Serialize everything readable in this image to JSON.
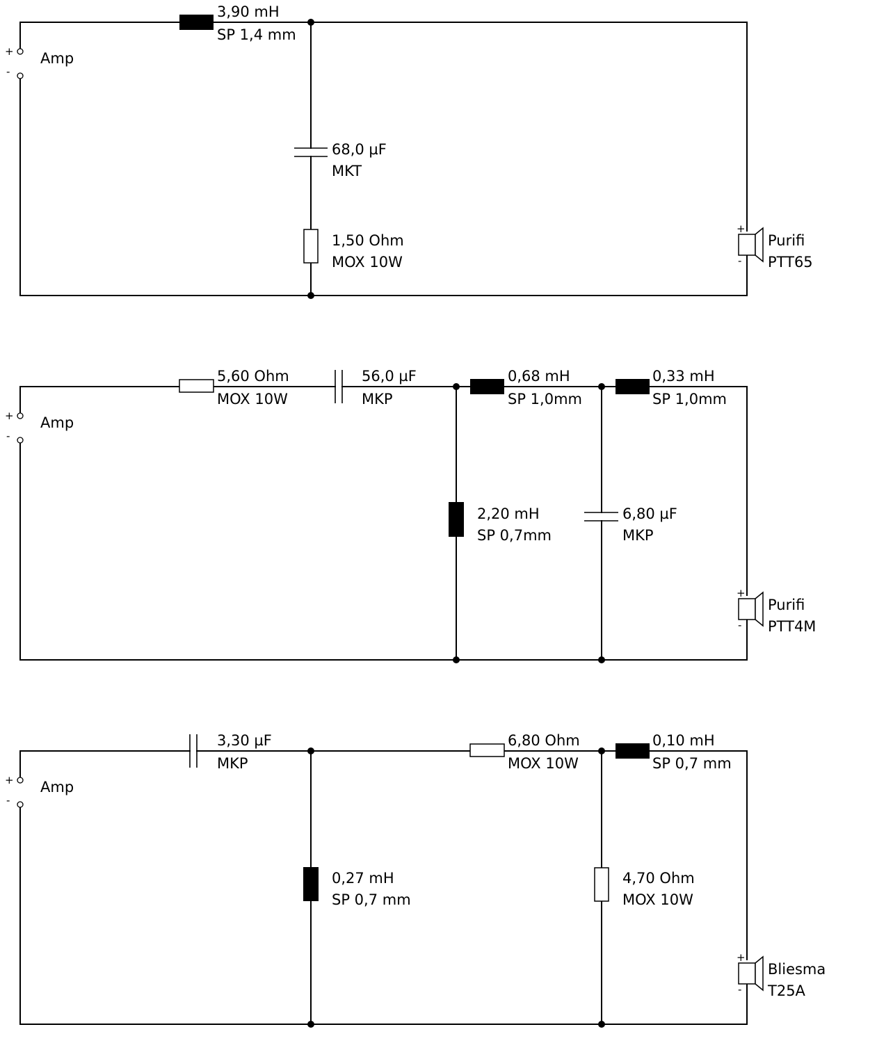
{
  "circuits": [
    {
      "amp_label": "Amp",
      "plus": "+",
      "minus": "-",
      "driver": {
        "name": "Purifi",
        "model": "PTT65",
        "plus": "+",
        "minus": "-"
      },
      "components": {
        "l_series": {
          "value": "3,90 mH",
          "spec": "SP 1,4 mm"
        },
        "c_shunt": {
          "value": "68,0 µF",
          "spec": "MKT"
        },
        "r_shunt": {
          "value": "1,50 Ohm",
          "spec": "MOX 10W"
        }
      }
    },
    {
      "amp_label": "Amp",
      "plus": "+",
      "minus": "-",
      "driver": {
        "name": "Purifi",
        "model": "PTT4M",
        "plus": "+",
        "minus": "-"
      },
      "components": {
        "r_series": {
          "value": "5,60 Ohm",
          "spec": "MOX 10W"
        },
        "c_series": {
          "value": "56,0 µF",
          "spec": "MKP"
        },
        "l_series1": {
          "value": "0,68 mH",
          "spec": "SP 1,0mm"
        },
        "l_series2": {
          "value": "0,33 mH",
          "spec": "SP 1,0mm"
        },
        "l_shunt": {
          "value": "2,20 mH",
          "spec": "SP 0,7mm"
        },
        "c_shunt": {
          "value": "6,80 µF",
          "spec": "MKP"
        }
      }
    },
    {
      "amp_label": "Amp",
      "plus": "+",
      "minus": "-",
      "driver": {
        "name": "Bliesma",
        "model": "T25A",
        "plus": "+",
        "minus": "-"
      },
      "components": {
        "c_series": {
          "value": "3,30 µF",
          "spec": "MKP"
        },
        "r_series": {
          "value": "6,80 Ohm",
          "spec": "MOX 10W"
        },
        "l_series": {
          "value": "0,10 mH",
          "spec": "SP 0,7 mm"
        },
        "l_shunt": {
          "value": "0,27 mH",
          "spec": "SP 0,7 mm"
        },
        "r_shunt": {
          "value": "4,70 Ohm",
          "spec": "MOX 10W"
        }
      }
    }
  ]
}
